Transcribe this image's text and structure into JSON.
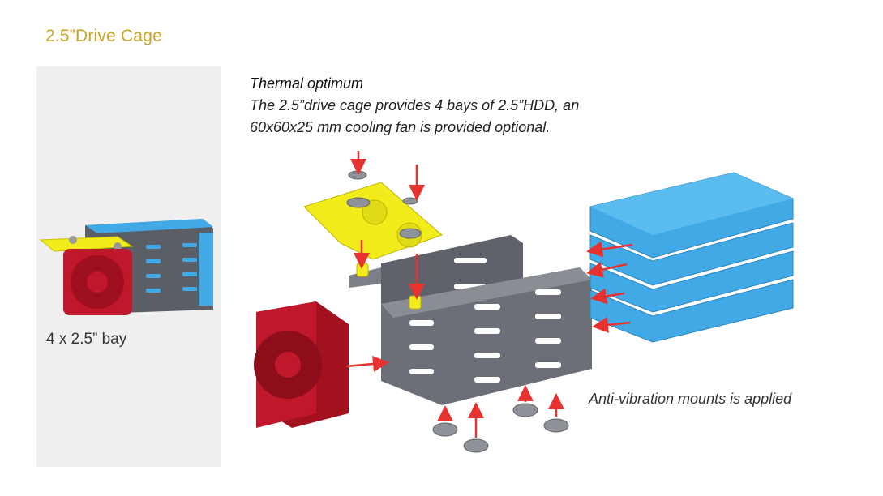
{
  "slide": {
    "title": "2.5”Drive Cage",
    "bay_label": "4 x 2.5” bay",
    "description": {
      "heading": "Thermal optimum",
      "line1": "The 2.5”drive cage provides 4 bays of  2.5”HDD, an",
      "line2": "60x60x25 mm cooling fan is provided optional."
    },
    "mounts_note": "Anti-vibration mounts is applied"
  },
  "colors": {
    "title": "#c9a227",
    "drive_blue": "#41a9e6",
    "fan_red": "#c0182a",
    "cage_gray": "#6c6f77",
    "bracket_yellow": "#f2ec1d",
    "arrow_red": "#e8322f"
  }
}
